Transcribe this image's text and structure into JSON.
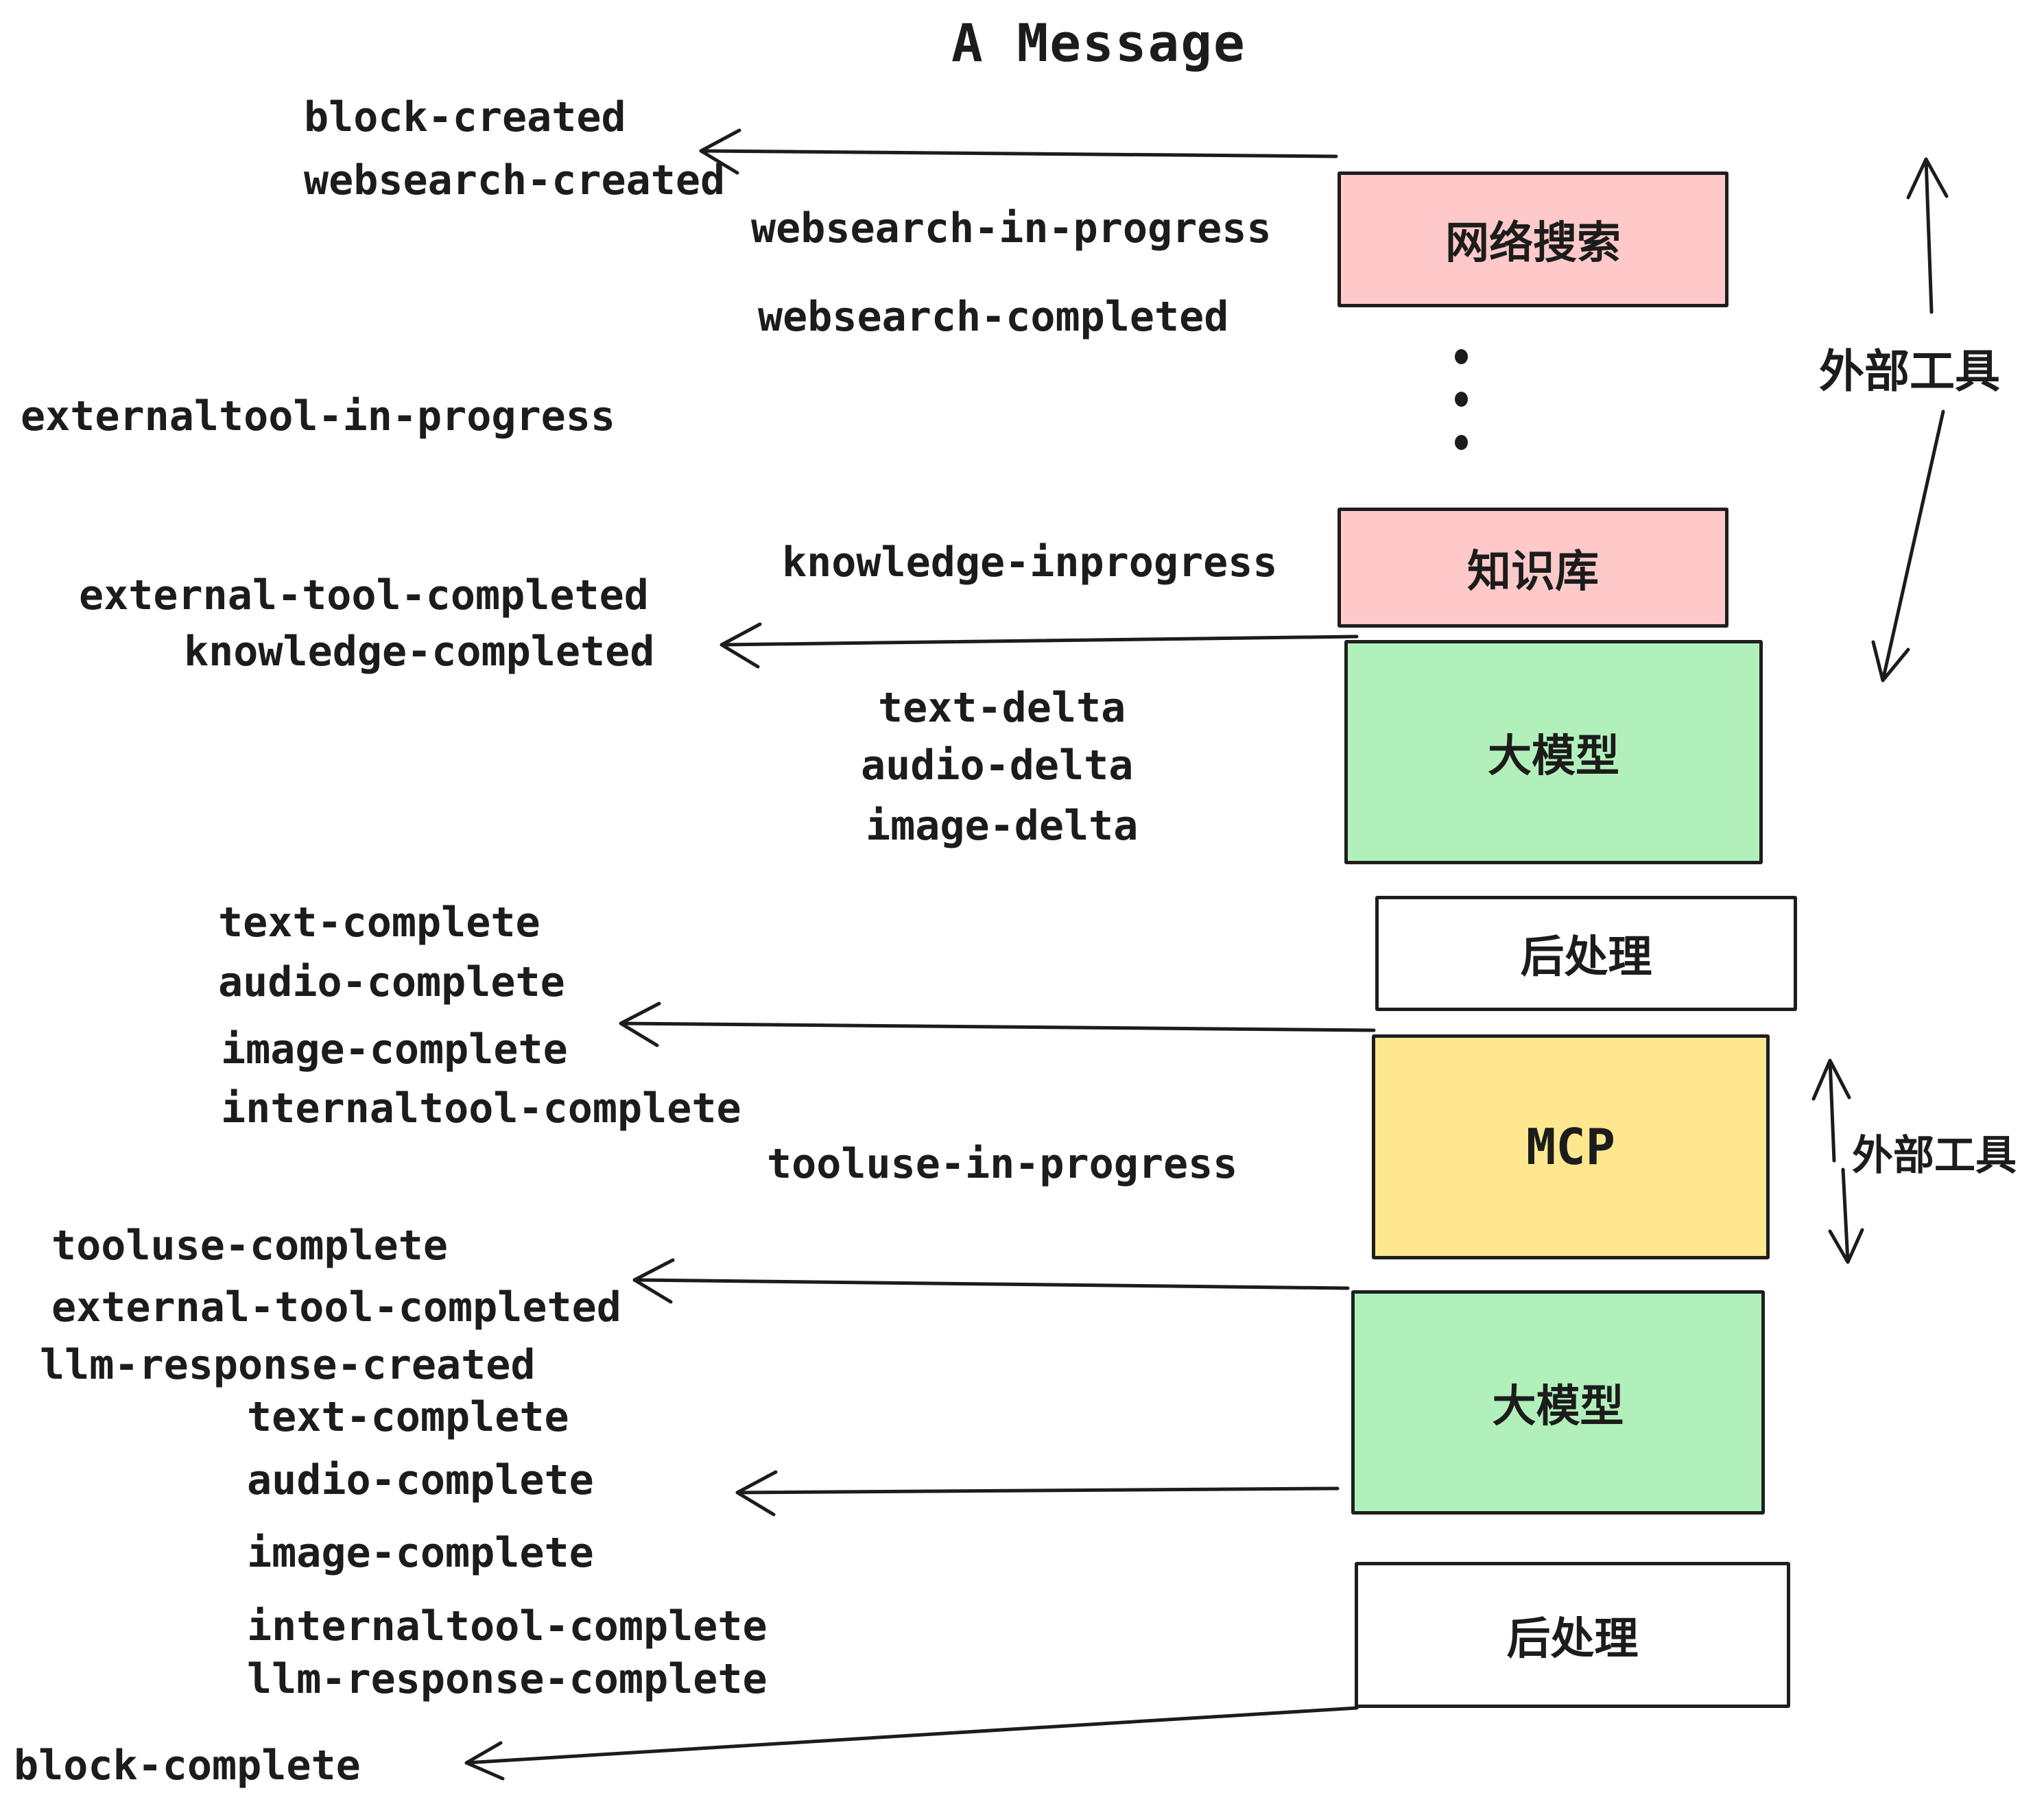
{
  "title": "A Message",
  "colors": {
    "pink": "#ffc9c9",
    "green": "#b2f0bb",
    "yellow": "#ffe78f",
    "white": "#ffffff",
    "border": "#1e1e1e",
    "ink": "#1c1c1c"
  },
  "boxes": [
    {
      "id": "websearch",
      "label": "网络搜索",
      "color": "#ffc9c9"
    },
    {
      "id": "knowledge",
      "label": "知识库",
      "color": "#ffc9c9"
    },
    {
      "id": "llm-1",
      "label": "大模型",
      "color": "#b2f0bb"
    },
    {
      "id": "post-1",
      "label": "后处理",
      "color": "#ffffff"
    },
    {
      "id": "mcp",
      "label": "MCP",
      "color": "#ffe78f"
    },
    {
      "id": "llm-2",
      "label": "大模型",
      "color": "#b2f0bb"
    },
    {
      "id": "post-2",
      "label": "后处理",
      "color": "#ffffff"
    }
  ],
  "events": [
    {
      "id": "block-created",
      "text": "block-created"
    },
    {
      "id": "websearch-created",
      "text": "websearch-created"
    },
    {
      "id": "websearch-in-progress",
      "text": "websearch-in-progress"
    },
    {
      "id": "websearch-completed",
      "text": "websearch-completed"
    },
    {
      "id": "externaltool-in-progress",
      "text": "externaltool-in-progress"
    },
    {
      "id": "knowledge-inprogress",
      "text": "knowledge-inprogress"
    },
    {
      "id": "external-tool-completed-1",
      "text": "external-tool-completed"
    },
    {
      "id": "knowledge-completed",
      "text": "knowledge-completed"
    },
    {
      "id": "text-delta-1",
      "text": "text-delta"
    },
    {
      "id": "audio-delta-1",
      "text": "audio-delta"
    },
    {
      "id": "image-delta-1",
      "text": "image-delta"
    },
    {
      "id": "text-complete-1",
      "text": "text-complete"
    },
    {
      "id": "audio-complete-1",
      "text": "audio-complete"
    },
    {
      "id": "image-complete-1",
      "text": "image-complete"
    },
    {
      "id": "internaltool-complete-1",
      "text": "internaltool-complete"
    },
    {
      "id": "tooluse-in-progress",
      "text": "tooluse-in-progress"
    },
    {
      "id": "tooluse-complete",
      "text": "tooluse-complete"
    },
    {
      "id": "external-tool-completed-2",
      "text": "external-tool-completed"
    },
    {
      "id": "llm-response-created",
      "text": "llm-response-created"
    },
    {
      "id": "text-complete-2",
      "text": "text-complete"
    },
    {
      "id": "audio-complete-2",
      "text": "audio-complete"
    },
    {
      "id": "image-complete-2",
      "text": "image-complete"
    },
    {
      "id": "internaltool-complete-2",
      "text": "internaltool-complete"
    },
    {
      "id": "llm-response-complete",
      "text": "llm-response-complete"
    },
    {
      "id": "block-complete",
      "text": "block-complete"
    }
  ],
  "side_labels": [
    {
      "id": "external-tools-top",
      "text": "外部工具"
    },
    {
      "id": "external-tools-mcp",
      "text": "外部工具"
    }
  ],
  "deltas_1": [
    "text-delta",
    "audio-delta",
    "image-delta"
  ],
  "deltas_2": [
    "text-delta",
    "audio-delta",
    "image-delta"
  ]
}
